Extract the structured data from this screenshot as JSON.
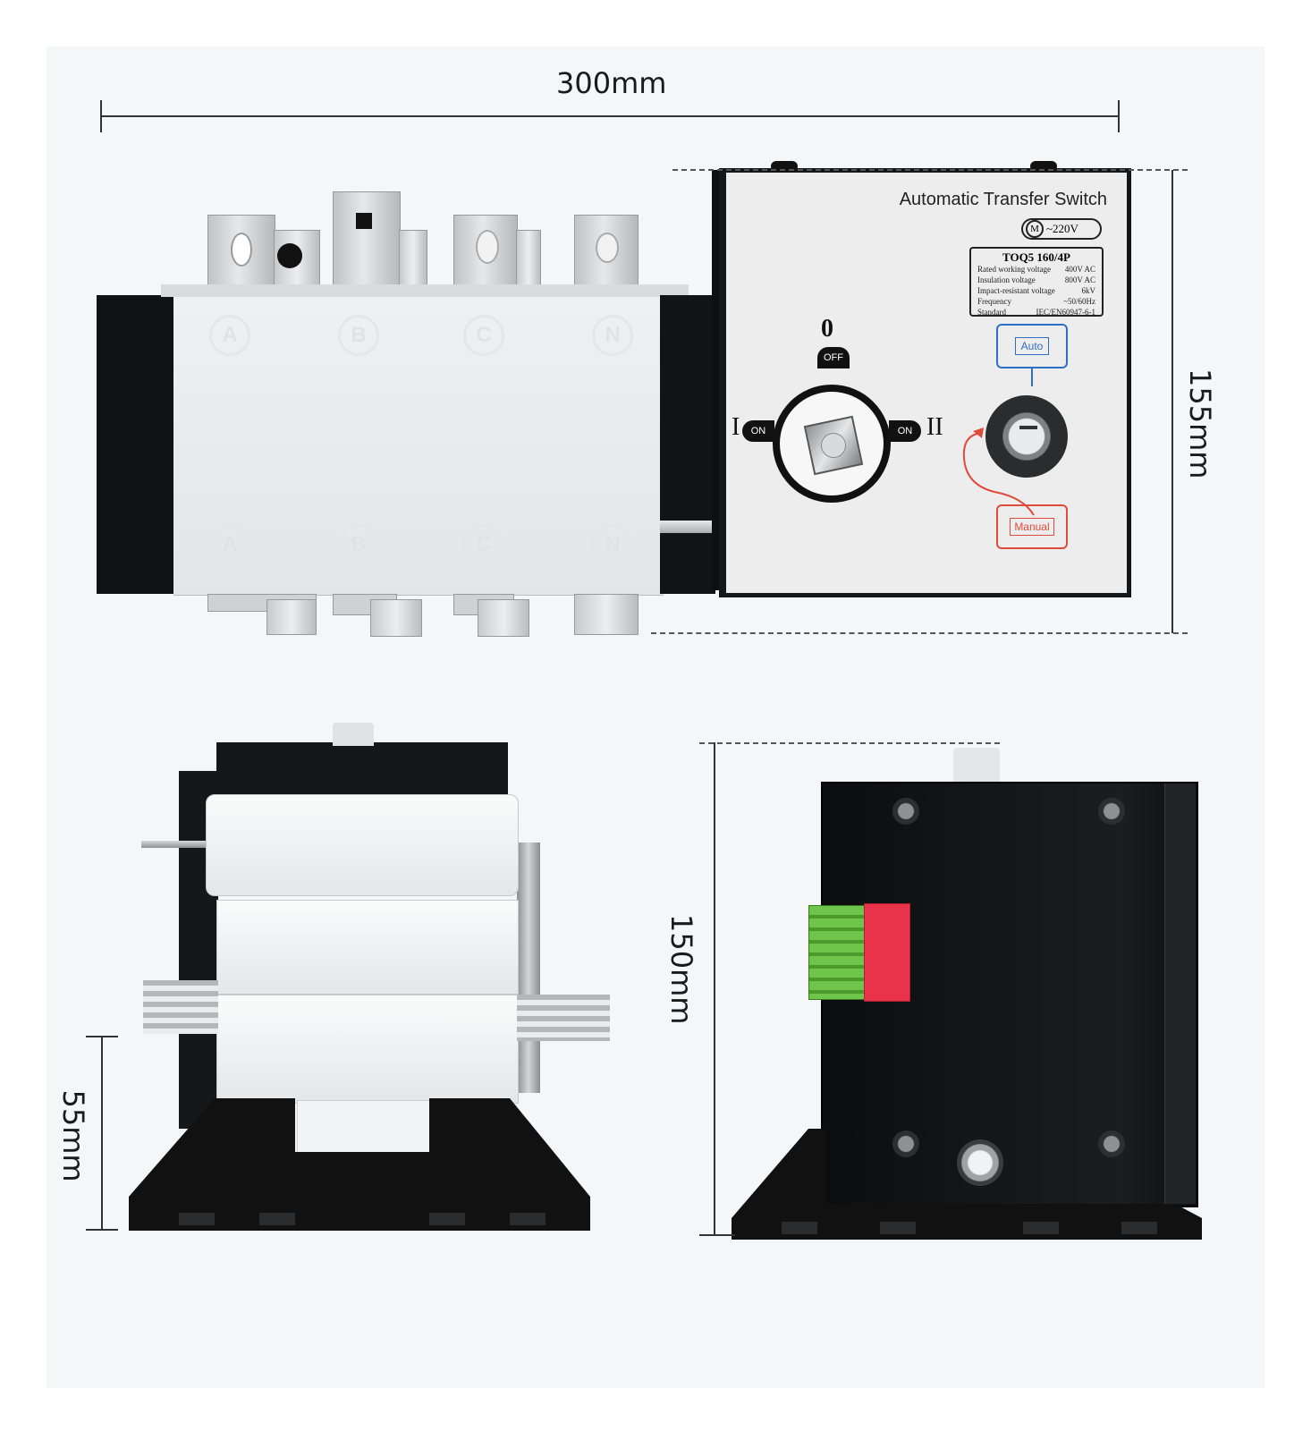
{
  "dimensions": {
    "width": "300mm",
    "height_front": "155mm",
    "height_side": "150mm",
    "base_height": "55mm"
  },
  "phases": [
    "A",
    "B",
    "C",
    "N"
  ],
  "label": {
    "title": "Automatic Transfer Switch",
    "motor_symbol": "M",
    "voltage": "~220V",
    "model": "TOQ5  160/4P",
    "specs": [
      {
        "name": "Rated working voltage",
        "value": "400V AC"
      },
      {
        "name": "Insulation voltage",
        "value": "800V AC"
      },
      {
        "name": "Impact-resistant voltage",
        "value": "6kV"
      },
      {
        "name": "Frequency",
        "value": "~50/60Hz"
      },
      {
        "name": "Standard",
        "value": "IEC/EN60947-6-1"
      }
    ]
  },
  "switch": {
    "pos_off_num": "0",
    "pos_off": "OFF",
    "pos_1_num": "I",
    "pos_1": "ON",
    "pos_2_num": "II",
    "pos_2": "ON"
  },
  "mode": {
    "auto": "Auto",
    "manual": "Manual"
  },
  "colors": {
    "auto": "#2f6fc4",
    "manual": "#e04a3a",
    "lock": "#f2c122",
    "terminal_green": "#6fc44a",
    "terminal_red": "#e8334a"
  }
}
